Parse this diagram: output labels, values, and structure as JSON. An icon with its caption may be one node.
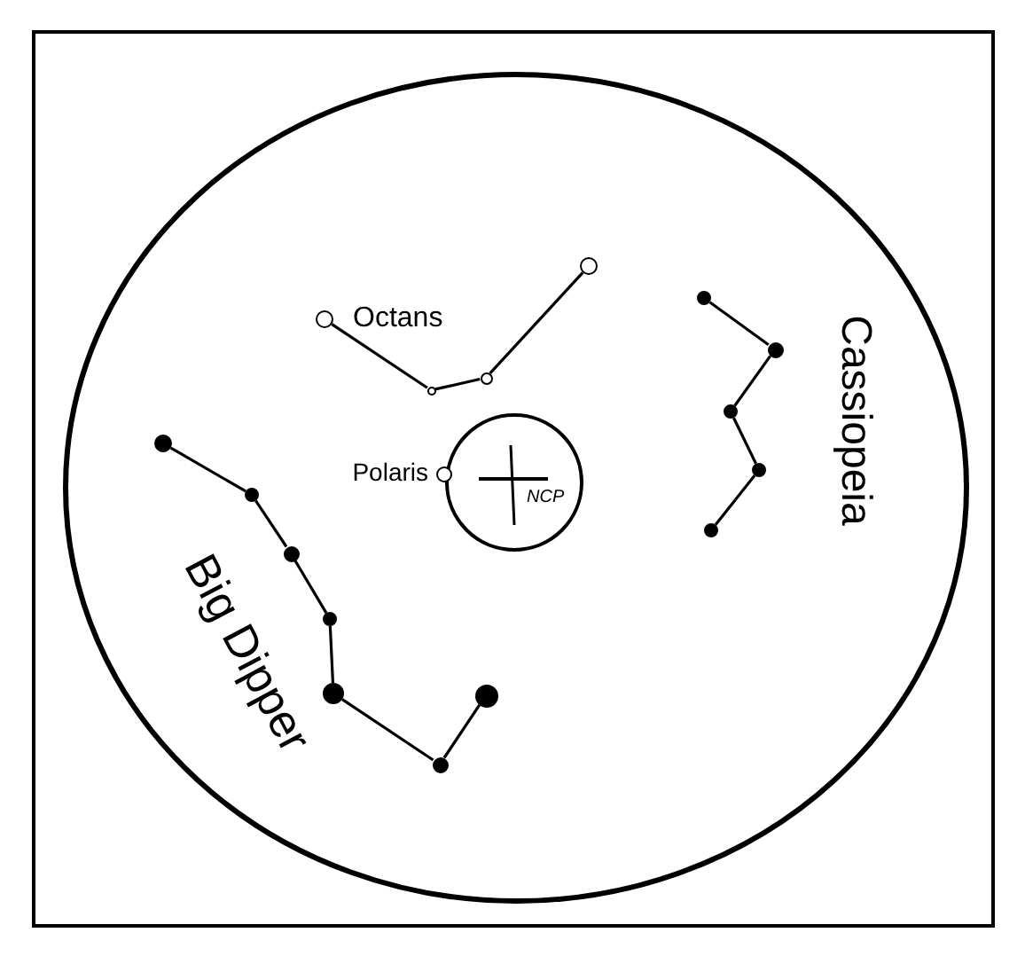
{
  "diagram": {
    "nodes": [
      {
        "text": [
          "NCP"
        ]
      },
      {
        "text": [],
        "shape": "circle"
      },
      {
        "text": [],
        "shape": "circle"
      },
      {
        "text": [],
        "shape": "circle"
      },
      {
        "text": [],
        "shape": "circle"
      },
      {
        "text": [],
        "shape": "circle",
        "beside": [
          "Polaris"
        ]
      },
      {
        "text": [],
        "shape": "circle"
      },
      {
        "text": [],
        "shape": "circle"
      },
      {
        "text": [],
        "shape": "circle"
      },
      {
        "text": [],
        "shape": "circle"
      },
      {
        "text": [],
        "shape": "circle"
      },
      {
        "text": [],
        "shape": "circle"
      },
      {
        "text": [],
        "shape": "circle"
      },
      {
        "text": [],
        "shape": "circle"
      },
      {
        "text": [],
        "shape": "circle"
      },
      {
        "text": [],
        "shape": "circle"
      },
      {
        "text": [],
        "shape": "circle"
      },
      {
        "text": [],
        "shape": "circle"
      }
    ],
    "edges": [
      {
        "from": 1,
        "to": 2,
        "arrow": "none"
      },
      {
        "from": 2,
        "to": 3,
        "arrow": "none"
      },
      {
        "from": 3,
        "to": 4,
        "arrow": "none"
      },
      {
        "from": 6,
        "to": 7,
        "arrow": "none"
      },
      {
        "from": 7,
        "to": 8,
        "arrow": "none"
      },
      {
        "from": 8,
        "to": 9,
        "arrow": "none"
      },
      {
        "from": 9,
        "to": 10,
        "arrow": "none"
      },
      {
        "from": 10,
        "to": 11,
        "arrow": "none"
      },
      {
        "from": 11,
        "to": 12,
        "arrow": "none"
      },
      {
        "from": 13,
        "to": 14,
        "arrow": "none"
      },
      {
        "from": 14,
        "to": 15,
        "arrow": "none"
      },
      {
        "from": 15,
        "to": 16,
        "arrow": "none"
      },
      {
        "from": 16,
        "to": 17,
        "arrow": "none"
      }
    ],
    "labels": [
      "Octans",
      "Cassiopeia",
      "Big Dipper"
    ]
  }
}
